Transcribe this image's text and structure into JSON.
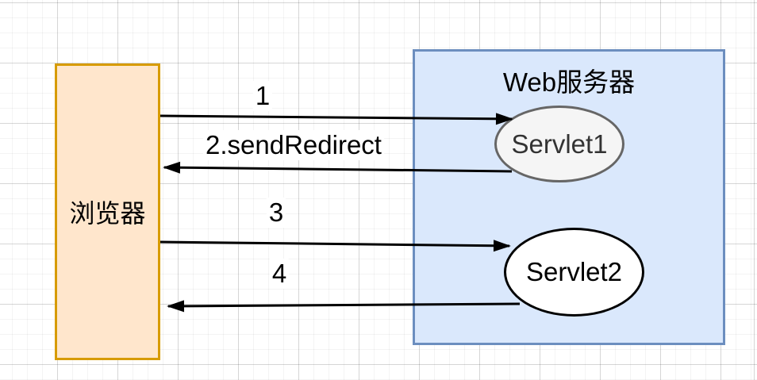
{
  "diagram": {
    "browser": {
      "label": "浏览器"
    },
    "server": {
      "title": "Web服务器"
    },
    "servlets": [
      {
        "label": "Servlet1"
      },
      {
        "label": "Servlet2"
      }
    ],
    "arrows": [
      {
        "label": "1",
        "from": "browser",
        "to": "servlet1",
        "direction": "right"
      },
      {
        "label": "2.sendRedirect",
        "from": "servlet1",
        "to": "browser",
        "direction": "left"
      },
      {
        "label": "3",
        "from": "browser",
        "to": "servlet2",
        "direction": "right"
      },
      {
        "label": "4",
        "from": "servlet2",
        "to": "browser",
        "direction": "left"
      }
    ],
    "colors": {
      "browser_fill": "#ffe6cc",
      "browser_border": "#d79b00",
      "server_fill": "#dae8fc",
      "server_border": "#6c8ebf",
      "servlet1_fill": "#f5f5f5",
      "servlet1_border": "#666666",
      "servlet2_fill": "#ffffff",
      "servlet2_border": "#000000",
      "arrow_color": "#000000",
      "grid_line": "#e8e8e8"
    }
  }
}
